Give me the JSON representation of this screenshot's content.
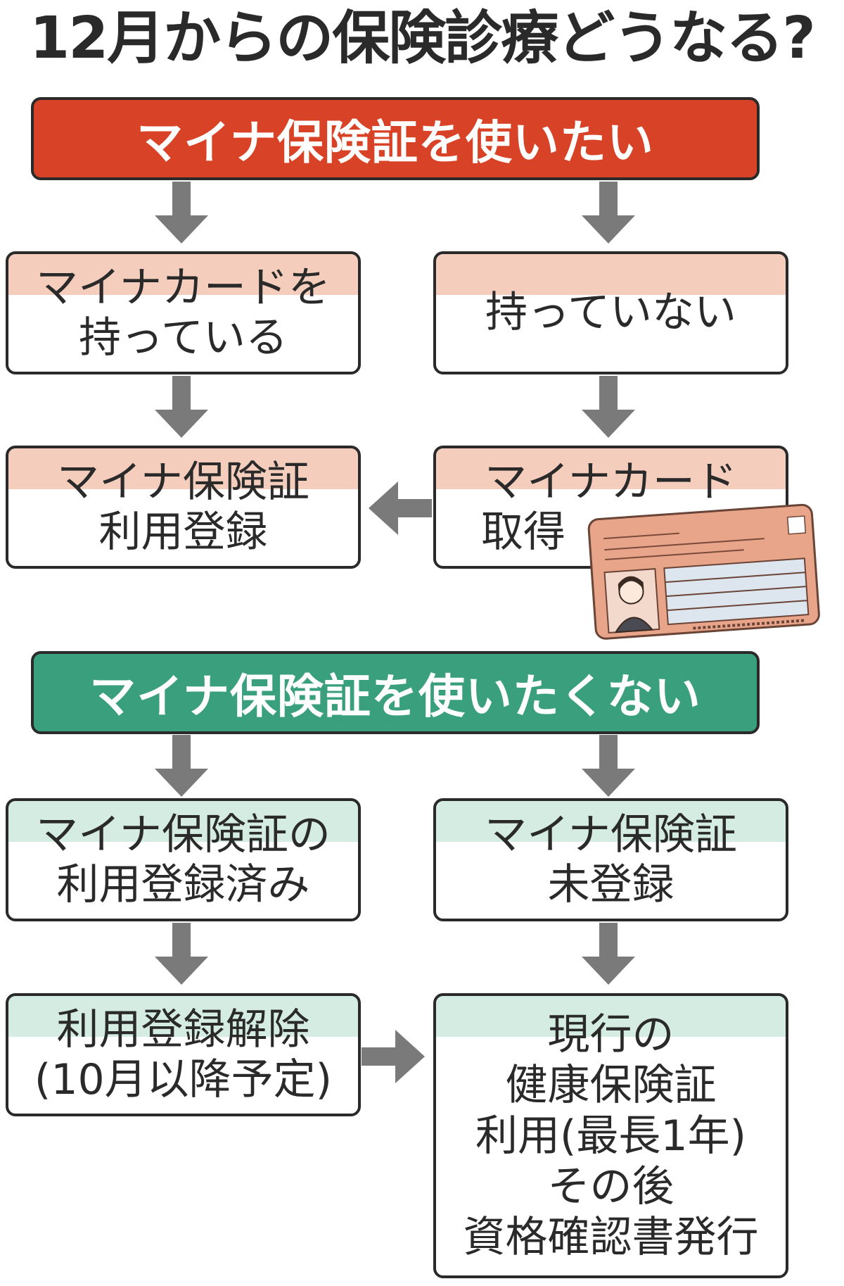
{
  "title": "12月からの保険診療どうなる?",
  "section_want": {
    "header": "マイナ保険証を使いたい",
    "left_box": [
      "マイナカードを",
      "持っている"
    ],
    "right_box": "持っていない",
    "left_step2": [
      "マイナ保険証",
      "利用登録"
    ],
    "right_step2": [
      "マイナカード",
      "取得"
    ]
  },
  "section_not_want": {
    "header": "マイナ保険証を使いたくない",
    "left_box": [
      "マイナ保険証の",
      "利用登録済み"
    ],
    "right_box": [
      "マイナ保険証",
      "未登録"
    ],
    "left_step2": [
      "利用登録解除",
      "(10月以降予定)"
    ],
    "right_step2": [
      "現行の",
      "健康保険証",
      "利用(最長1年)",
      "その後",
      "資格確認書発行"
    ]
  },
  "colors": {
    "header_red": "#d84226",
    "header_green": "#3a9f7c",
    "pink_band": "#f4cdbd",
    "mint_band": "#d4ece2",
    "arrow": "#7a7a7a",
    "card": "#e8a58a"
  },
  "icons": [
    "arrow-down-icon",
    "arrow-left-icon",
    "arrow-right-icon",
    "my-number-card-illustration"
  ]
}
